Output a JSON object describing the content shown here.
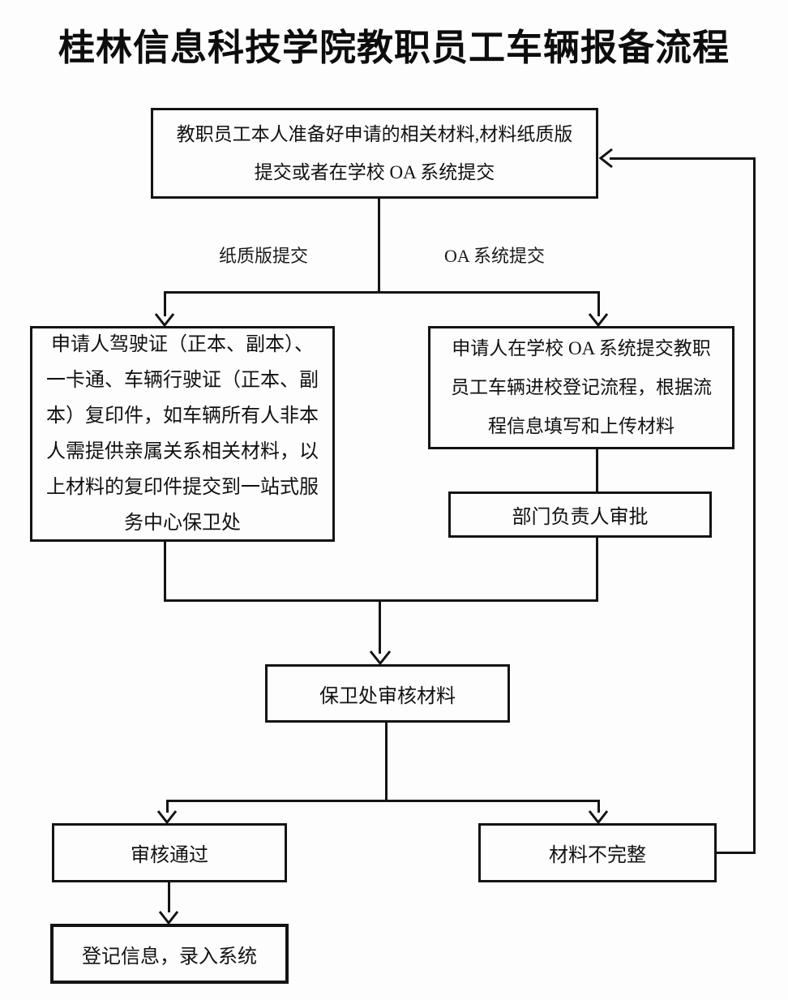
{
  "title": "桂林信息科技学院教职员工车辆报备流程",
  "nodes": {
    "prepare": {
      "lines": [
        "教职员工本人准备好申请的相关材料,材料纸质版",
        "提交或者在学校 OA 系统提交"
      ]
    },
    "paper_materials": {
      "lines": [
        "申请人驾驶证（正本、副本）、",
        "一卡通、车辆行驶证（正本、副",
        "本）复印件，如车辆所有人非本",
        "人需提供亲属关系相关材料，以",
        "上材料的复印件提交到一站式服",
        "务中心保卫处"
      ]
    },
    "oa_submit": {
      "lines": [
        "申请人在学校 OA 系统提交教职",
        "员工车辆进校登记流程，根据流",
        "程信息填写和上传材料"
      ]
    },
    "dept_approval": {
      "lines": [
        "部门负责人审批"
      ]
    },
    "security_review": {
      "lines": [
        "保卫处审核材料"
      ]
    },
    "approved": {
      "lines": [
        "审核通过"
      ]
    },
    "incomplete": {
      "lines": [
        "材料不完整"
      ]
    },
    "register": {
      "lines": [
        "登记信息，录入系统"
      ]
    }
  },
  "edge_labels": {
    "paper": "纸质版提交",
    "oa": "OA 系统提交"
  },
  "colors": {
    "line": "#141414",
    "text": "#111111",
    "background": "#fdfdfd"
  }
}
